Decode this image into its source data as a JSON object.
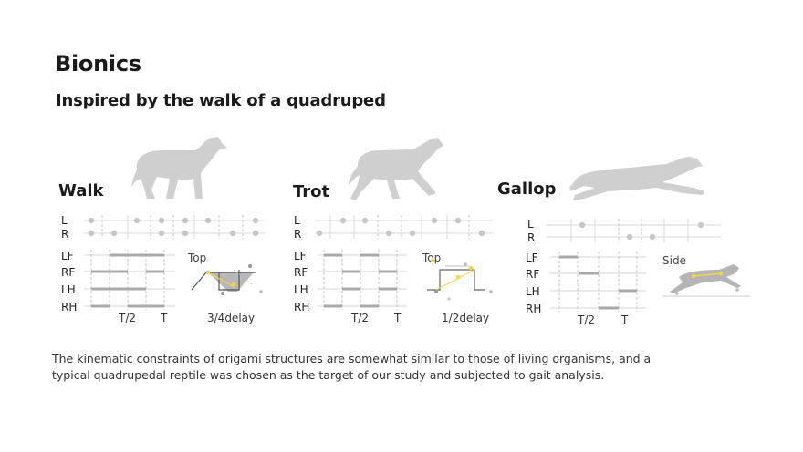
{
  "page": {
    "title": "Bionics",
    "subtitle": "Inspired by the walk of a quadruped",
    "caption_line1": "The kinematic constraints of origami structures are somewhat similar to those of living organisms, and a",
    "caption_line2": "typical quadrupedal reptile was chosen as the target of our study and subjected to gait analysis."
  },
  "gaits": [
    {
      "name": "Walk",
      "contact_labels": [
        "L",
        "R"
      ],
      "leg_labels": [
        "LF",
        "RF",
        "LH",
        "RH"
      ],
      "x_ticks": [
        "T/2",
        "T"
      ],
      "view_label": "Top",
      "delay_label": "3/4delay"
    },
    {
      "name": "Trot",
      "contact_labels": [
        "L",
        "R"
      ],
      "leg_labels": [
        "LF",
        "RF",
        "LH",
        "RH"
      ],
      "x_ticks": [
        "T/2",
        "T"
      ],
      "view_label": "Top",
      "delay_label": "1/2delay"
    },
    {
      "name": "Gallop",
      "contact_labels": [
        "L",
        "R"
      ],
      "leg_labels": [
        "LF",
        "RF",
        "LH",
        "RH"
      ],
      "x_ticks": [
        "T/2",
        "T"
      ],
      "view_label": "Side"
    }
  ],
  "colors": {
    "silhouette": "#cfcfcf",
    "phase_bar": "#a9a9a9",
    "guide_line": "#bdbdbd",
    "highlight": "#f2d54a"
  }
}
